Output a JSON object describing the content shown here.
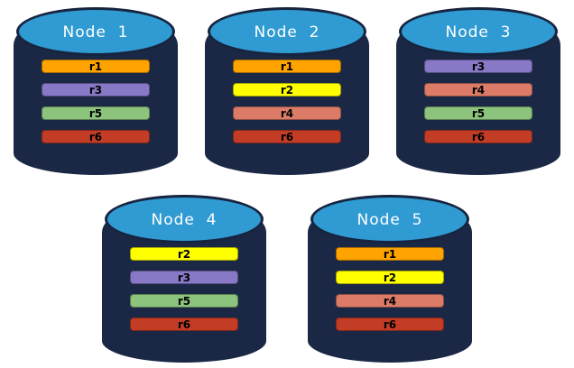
{
  "diagram": {
    "description": "Five database nodes, each storing four replicas",
    "colors": {
      "node_body": "#1B2845",
      "node_lid": "#2F9BD2",
      "node_outline": "#17243F",
      "title_text": "#FFFFFF",
      "bar_text": "#000000"
    },
    "replica_colors": {
      "r1": "#FFA300",
      "r2": "#FFFF00",
      "r3": "#8878C6",
      "r4": "#DB7B68",
      "r5": "#8CC47E",
      "r6": "#C33D26"
    }
  },
  "nodes": [
    {
      "title": "Node  1",
      "bars": [
        {
          "label": "r1",
          "color": "#FFA300"
        },
        {
          "label": "r3",
          "color": "#8878C6"
        },
        {
          "label": "r5",
          "color": "#8CC47E"
        },
        {
          "label": "r6",
          "color": "#C33D26"
        }
      ]
    },
    {
      "title": "Node  2",
      "bars": [
        {
          "label": "r1",
          "color": "#FFA300"
        },
        {
          "label": "r2",
          "color": "#FFFF00"
        },
        {
          "label": "r4",
          "color": "#DB7B68"
        },
        {
          "label": "r6",
          "color": "#C33D26"
        }
      ]
    },
    {
      "title": "Node  3",
      "bars": [
        {
          "label": "r3",
          "color": "#8878C6"
        },
        {
          "label": "r4",
          "color": "#DB7B68"
        },
        {
          "label": "r5",
          "color": "#8CC47E"
        },
        {
          "label": "r6",
          "color": "#C33D26"
        }
      ]
    },
    {
      "title": "Node  4",
      "bars": [
        {
          "label": "r2",
          "color": "#FFFF00"
        },
        {
          "label": "r3",
          "color": "#8878C6"
        },
        {
          "label": "r5",
          "color": "#8CC47E"
        },
        {
          "label": "r6",
          "color": "#C33D26"
        }
      ]
    },
    {
      "title": "Node  5",
      "bars": [
        {
          "label": "r1",
          "color": "#FFA300"
        },
        {
          "label": "r2",
          "color": "#FFFF00"
        },
        {
          "label": "r4",
          "color": "#DB7B68"
        },
        {
          "label": "r6",
          "color": "#C33D26"
        }
      ]
    }
  ]
}
